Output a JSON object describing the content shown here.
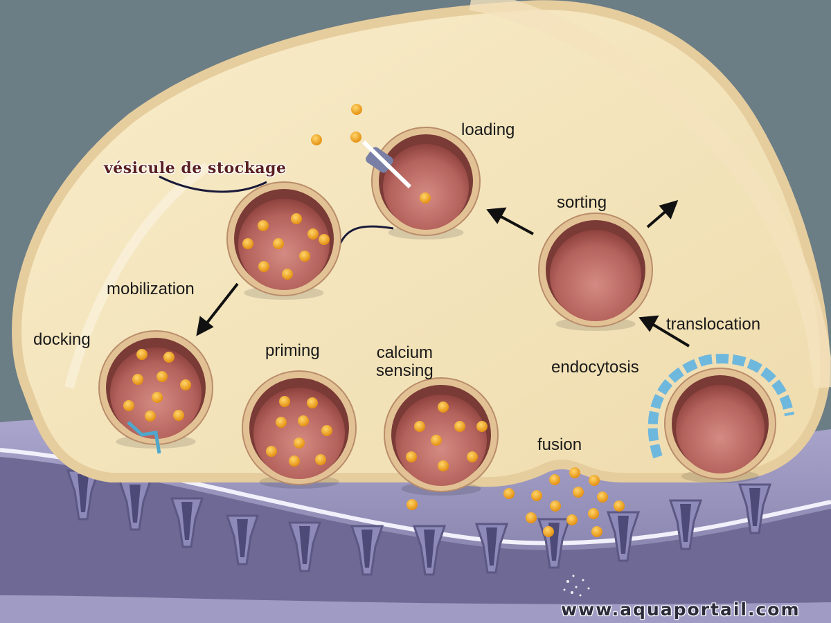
{
  "labels": {
    "storage_vesicle": "vésicule de stockage",
    "loading": "loading",
    "sorting": "sorting",
    "mobilization": "mobilization",
    "docking": "docking",
    "priming": "priming",
    "calcium_line1": "calcium",
    "calcium_line2": "sensing",
    "translocation": "translocation",
    "endocytosis": "endocytosis",
    "fusion": "fusion"
  },
  "watermark": "www.aquaportail.com",
  "colors": {
    "background": "#6b7d85",
    "cytoplasm": "#f3e3b8",
    "membrane": "#e8c99a",
    "vesicle_inner": "#b46a64",
    "vesicle_rim": "#7a3a36",
    "neurotransmitter": "#f2a81d",
    "postsynaptic": "#8f8bb5",
    "clathrin": "#6fb8dd"
  }
}
